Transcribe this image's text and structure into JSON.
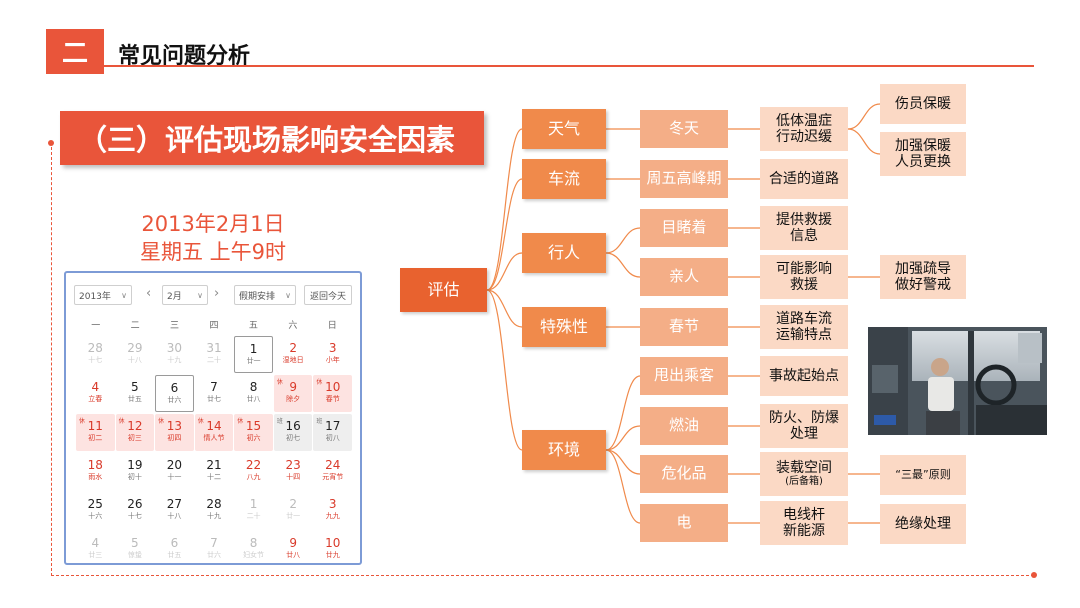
{
  "header": {
    "section_number": "二",
    "section_title": "常见问题分析"
  },
  "subtitle": "（三）评估现场影响安全因素",
  "date": {
    "line1": "2013年2月1日",
    "line2": "星期五 上午9时"
  },
  "calendar": {
    "year_select": "2013年",
    "month_select": "2月",
    "holiday_select": "假期安排",
    "today_button": "返回今天",
    "weekdays": [
      "一",
      "二",
      "三",
      "四",
      "五",
      "六",
      "日"
    ],
    "weeks": [
      [
        {
          "d": "28",
          "l": "十七",
          "s": "dim"
        },
        {
          "d": "29",
          "l": "十八",
          "s": "dim"
        },
        {
          "d": "30",
          "l": "十九",
          "s": "dim"
        },
        {
          "d": "31",
          "l": "二十",
          "s": "dim"
        },
        {
          "d": "1",
          "l": "廿一",
          "s": "today"
        },
        {
          "d": "2",
          "l": "湿地日",
          "s": "red"
        },
        {
          "d": "3",
          "l": "小年",
          "s": "red"
        }
      ],
      [
        {
          "d": "4",
          "l": "立春",
          "s": "festival"
        },
        {
          "d": "5",
          "l": "廿五",
          "s": ""
        },
        {
          "d": "6",
          "l": "廿六",
          "s": "today"
        },
        {
          "d": "7",
          "l": "廿七",
          "s": ""
        },
        {
          "d": "8",
          "l": "廿八",
          "s": ""
        },
        {
          "d": "9",
          "l": "除夕",
          "s": "rest",
          "tag": "休"
        },
        {
          "d": "10",
          "l": "春节",
          "s": "rest",
          "tag": "休"
        }
      ],
      [
        {
          "d": "11",
          "l": "初二",
          "s": "rest",
          "tag": "休"
        },
        {
          "d": "12",
          "l": "初三",
          "s": "rest",
          "tag": "休"
        },
        {
          "d": "13",
          "l": "初四",
          "s": "rest",
          "tag": "休"
        },
        {
          "d": "14",
          "l": "情人节",
          "s": "rest",
          "tag": "休"
        },
        {
          "d": "15",
          "l": "初六",
          "s": "rest",
          "tag": "休"
        },
        {
          "d": "16",
          "l": "初七",
          "s": "work",
          "tag": "班"
        },
        {
          "d": "17",
          "l": "初八",
          "s": "work",
          "tag": "班"
        }
      ],
      [
        {
          "d": "18",
          "l": "雨水",
          "s": "festival"
        },
        {
          "d": "19",
          "l": "初十",
          "s": ""
        },
        {
          "d": "20",
          "l": "十一",
          "s": ""
        },
        {
          "d": "21",
          "l": "十二",
          "s": ""
        },
        {
          "d": "22",
          "l": "八九",
          "s": "festival"
        },
        {
          "d": "23",
          "l": "十四",
          "s": "festival"
        },
        {
          "d": "24",
          "l": "元宵节",
          "s": "festival"
        }
      ],
      [
        {
          "d": "25",
          "l": "十六",
          "s": ""
        },
        {
          "d": "26",
          "l": "十七",
          "s": ""
        },
        {
          "d": "27",
          "l": "十八",
          "s": ""
        },
        {
          "d": "28",
          "l": "十九",
          "s": ""
        },
        {
          "d": "1",
          "l": "二十",
          "s": "dim"
        },
        {
          "d": "2",
          "l": "廿一",
          "s": "dim"
        },
        {
          "d": "3",
          "l": "九九",
          "s": "dimred"
        }
      ],
      [
        {
          "d": "4",
          "l": "廿三",
          "s": "dim"
        },
        {
          "d": "5",
          "l": "惊蛰",
          "s": "dim"
        },
        {
          "d": "6",
          "l": "廿五",
          "s": "dim"
        },
        {
          "d": "7",
          "l": "廿六",
          "s": "dim"
        },
        {
          "d": "8",
          "l": "妇女节",
          "s": "dim"
        },
        {
          "d": "9",
          "l": "廿八",
          "s": "dimred"
        },
        {
          "d": "10",
          "l": "廿九",
          "s": "dimred"
        }
      ]
    ]
  },
  "mindmap": {
    "root": "评估",
    "level1": [
      "天气",
      "车流",
      "行人",
      "特殊性",
      "环境"
    ],
    "level2": [
      "冬天",
      "周五高峰期",
      "目睹着",
      "亲人",
      "春节",
      "甩出乘客",
      "燃油",
      "危化品",
      "电"
    ],
    "level3": [
      {
        "lines": [
          "低体温症",
          "行动迟缓"
        ]
      },
      {
        "lines": [
          "合适的道路"
        ]
      },
      {
        "lines": [
          "提供救援",
          "信息"
        ]
      },
      {
        "lines": [
          "可能影响",
          "救援"
        ]
      },
      {
        "lines": [
          "道路车流",
          "运输特点"
        ]
      },
      {
        "lines": [
          "事故起始点"
        ]
      },
      {
        "lines": [
          "防火、防爆",
          "处理"
        ]
      },
      {
        "lines": [
          "装载空间"
        ],
        "small": "(后备箱)"
      },
      {
        "lines": [
          "电线杆",
          "新能源"
        ]
      }
    ],
    "level4": [
      {
        "lines": [
          "伤员保暖"
        ]
      },
      {
        "lines": [
          "加强保暖",
          "人员更换"
        ]
      },
      {
        "lines": [
          "加强疏导",
          "做好警戒"
        ]
      },
      {
        "quote": "“三最”",
        "rest": "原则"
      },
      {
        "lines": [
          "绝缘处理"
        ]
      }
    ]
  },
  "colors": {
    "accent": "#e9553a",
    "root": "#e8622f",
    "level1": "#f08a4b",
    "level2": "#f4ae87",
    "level3": "#fbd9c5"
  },
  "photo": {
    "icon": "bus-interior-photo"
  }
}
